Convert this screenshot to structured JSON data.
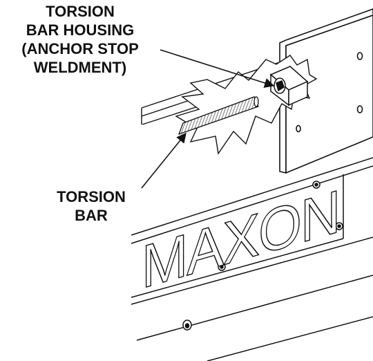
{
  "callouts": {
    "housing": {
      "line1": "TORSION",
      "line2": "BAR HOUSING",
      "line3": "(ANCHOR STOP",
      "line4": "WELDMENT)"
    },
    "bar": {
      "line1": "TORSION",
      "line2": "BAR"
    }
  },
  "brand_text": "MAXON",
  "colors": {
    "line": "#111111",
    "background": "#ffffff",
    "bar_shade": "#9a9a9a"
  }
}
